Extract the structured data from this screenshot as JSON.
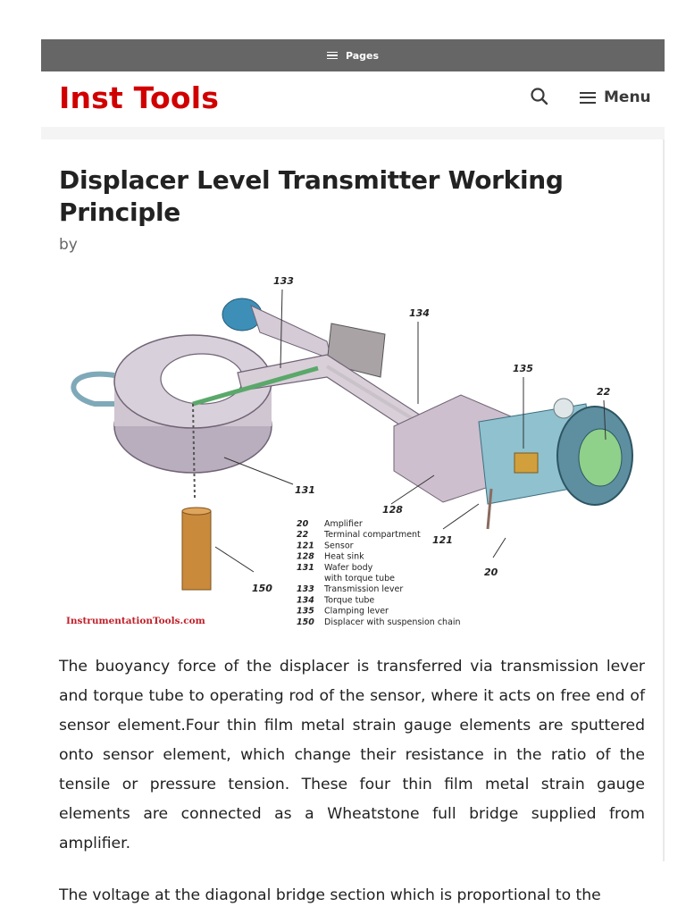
{
  "top_bar": {
    "pages_label": "Pages"
  },
  "header": {
    "logo_text": "Inst Tools",
    "menu_label": "Menu"
  },
  "article": {
    "title": "Displacer Level Transmitter Working Principle",
    "byline": "by",
    "figure": {
      "watermark": "InstrumentationTools.com",
      "callouts": [
        "133",
        "134",
        "135",
        "22",
        "131",
        "128",
        "121",
        "150",
        "20"
      ],
      "legend": [
        {
          "num": "20",
          "desc": "Amplifier"
        },
        {
          "num": "22",
          "desc": "Terminal compartment"
        },
        {
          "num": "121",
          "desc": "Sensor"
        },
        {
          "num": "128",
          "desc": "Heat sink"
        },
        {
          "num": "131",
          "desc": "Wafer body"
        },
        {
          "num": "",
          "desc": "with torque tube"
        },
        {
          "num": "133",
          "desc": "Transmission lever"
        },
        {
          "num": "134",
          "desc": "Torque tube"
        },
        {
          "num": "135",
          "desc": "Clamping lever"
        },
        {
          "num": "150",
          "desc": "Displacer with suspension chain"
        }
      ]
    },
    "paragraphs": [
      "The buoyancy force of the displacer is transferred via transmission lever and torque tube to operating rod of the sensor, where it acts on free end of sensor element.Four thin film metal strain gauge elements are sputtered onto sensor element, which change their resistance in the ratio of the tensile or pressure tension. These four thin film metal strain gauge elements are connected as a Wheatstone full bridge supplied from amplifier.",
      "The voltage at the diagonal bridge section which is proportional to the"
    ]
  },
  "colors": {
    "brand": "#d10000",
    "pages_bar": "#666666",
    "text": "#222222"
  },
  "icons": [
    "hamburger-icon",
    "search-icon",
    "menu-hamburger-icon"
  ]
}
